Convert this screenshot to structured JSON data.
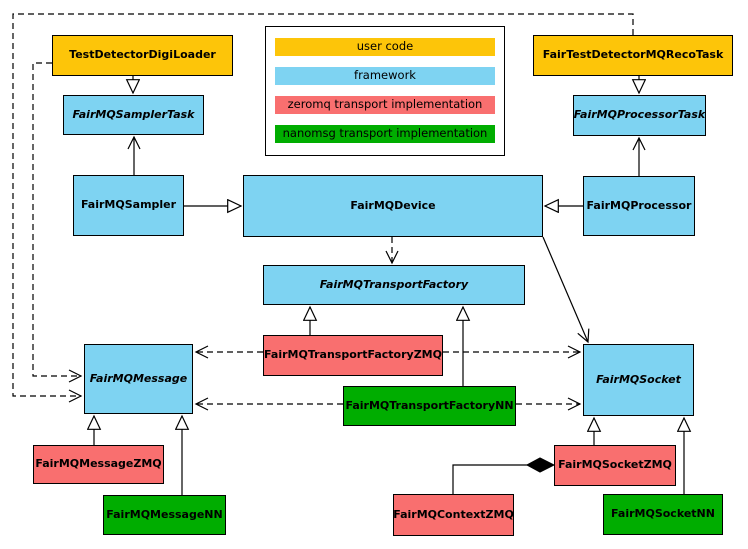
{
  "legend": {
    "items": [
      {
        "label": "user code",
        "color": "#fdc509"
      },
      {
        "label": "framework",
        "color": "#7ed3f2"
      },
      {
        "label": "zeromq transport implementation",
        "color": "#f96f6f"
      },
      {
        "label": "nanomsg transport implementation",
        "color": "#00ad00"
      }
    ]
  },
  "nodes": [
    {
      "id": "TestDetectorDigiLoader",
      "label": "TestDetectorDigiLoader",
      "category": "user code",
      "abstract": false
    },
    {
      "id": "FairTestDetectorMQRecoTask",
      "label": "FairTestDetectorMQRecoTask",
      "category": "user code",
      "abstract": false
    },
    {
      "id": "FairMQSamplerTask",
      "label": "FairMQSamplerTask",
      "category": "framework",
      "abstract": true
    },
    {
      "id": "FairMQProcessorTask",
      "label": "FairMQProcessorTask",
      "category": "framework",
      "abstract": true
    },
    {
      "id": "FairMQSampler",
      "label": "FairMQSampler",
      "category": "framework",
      "abstract": false
    },
    {
      "id": "FairMQDevice",
      "label": "FairMQDevice",
      "category": "framework",
      "abstract": false
    },
    {
      "id": "FairMQProcessor",
      "label": "FairMQProcessor",
      "category": "framework",
      "abstract": false
    },
    {
      "id": "FairMQTransportFactory",
      "label": "FairMQTransportFactory",
      "category": "framework",
      "abstract": true
    },
    {
      "id": "FairMQTransportFactoryZMQ",
      "label": "FairMQTransportFactoryZMQ",
      "category": "zeromq transport implementation",
      "abstract": false
    },
    {
      "id": "FairMQTransportFactoryNN",
      "label": "FairMQTransportFactoryNN",
      "category": "nanomsg transport implementation",
      "abstract": false
    },
    {
      "id": "FairMQMessage",
      "label": "FairMQMessage",
      "category": "framework",
      "abstract": true
    },
    {
      "id": "FairMQSocket",
      "label": "FairMQSocket",
      "category": "framework",
      "abstract": true
    },
    {
      "id": "FairMQMessageZMQ",
      "label": "FairMQMessageZMQ",
      "category": "zeromq transport implementation",
      "abstract": false
    },
    {
      "id": "FairMQMessageNN",
      "label": "FairMQMessageNN",
      "category": "nanomsg transport implementation",
      "abstract": false
    },
    {
      "id": "FairMQSocketZMQ",
      "label": "FairMQSocketZMQ",
      "category": "zeromq transport implementation",
      "abstract": false
    },
    {
      "id": "FairMQContextZMQ",
      "label": "FairMQContextZMQ",
      "category": "zeromq transport implementation",
      "abstract": false
    },
    {
      "id": "FairMQSocketNN",
      "label": "FairMQSocketNN",
      "category": "nanomsg transport implementation",
      "abstract": false
    }
  ],
  "edges": [
    {
      "from": "TestDetectorDigiLoader",
      "to": "FairMQSamplerTask",
      "type": "generalization"
    },
    {
      "from": "FairTestDetectorMQRecoTask",
      "to": "FairMQProcessorTask",
      "type": "generalization"
    },
    {
      "from": "FairMQSampler",
      "to": "FairMQSamplerTask",
      "type": "association"
    },
    {
      "from": "FairMQProcessor",
      "to": "FairMQProcessorTask",
      "type": "association"
    },
    {
      "from": "FairMQSampler",
      "to": "FairMQDevice",
      "type": "generalization"
    },
    {
      "from": "FairMQProcessor",
      "to": "FairMQDevice",
      "type": "generalization"
    },
    {
      "from": "FairMQDevice",
      "to": "FairMQTransportFactory",
      "type": "dependency"
    },
    {
      "from": "FairMQDevice",
      "to": "FairMQSocket",
      "type": "association"
    },
    {
      "from": "FairMQTransportFactoryZMQ",
      "to": "FairMQTransportFactory",
      "type": "generalization"
    },
    {
      "from": "FairMQTransportFactoryNN",
      "to": "FairMQTransportFactory",
      "type": "generalization"
    },
    {
      "from": "FairMQTransportFactoryZMQ",
      "to": "FairMQMessage",
      "type": "dependency"
    },
    {
      "from": "FairMQTransportFactoryZMQ",
      "to": "FairMQSocket",
      "type": "dependency"
    },
    {
      "from": "FairMQTransportFactoryNN",
      "to": "FairMQMessage",
      "type": "dependency"
    },
    {
      "from": "FairMQTransportFactoryNN",
      "to": "FairMQSocket",
      "type": "dependency"
    },
    {
      "from": "TestDetectorDigiLoader",
      "to": "FairMQMessage",
      "type": "dependency"
    },
    {
      "from": "FairTestDetectorMQRecoTask",
      "to": "FairMQMessage",
      "type": "dependency"
    },
    {
      "from": "FairMQMessageZMQ",
      "to": "FairMQMessage",
      "type": "generalization"
    },
    {
      "from": "FairMQMessageNN",
      "to": "FairMQMessage",
      "type": "generalization"
    },
    {
      "from": "FairMQSocketZMQ",
      "to": "FairMQSocket",
      "type": "generalization"
    },
    {
      "from": "FairMQSocketNN",
      "to": "FairMQSocket",
      "type": "generalization"
    },
    {
      "from": "FairMQContextZMQ",
      "to": "FairMQSocketZMQ",
      "type": "composition"
    }
  ]
}
